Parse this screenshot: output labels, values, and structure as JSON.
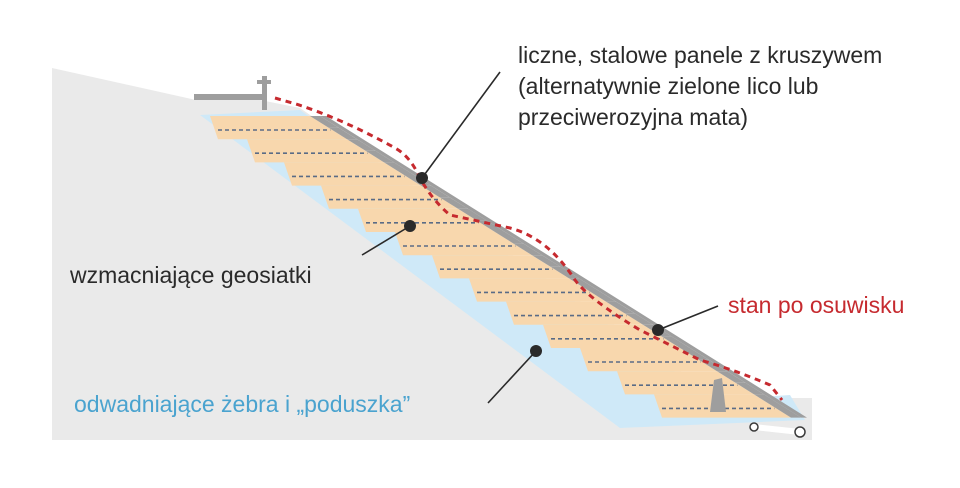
{
  "labels": {
    "panels_line1": "liczne, stalowe panele z kruszywem",
    "panels_line2": "(alternatywnie zielone lico lub",
    "panels_line3": "przeciwerozyjna mata)",
    "geogrids": "wzmacniające geosiatki",
    "landslide_state": "stan po osuwisku",
    "drainage": "odwadniające żebra i „poduszka”"
  },
  "colors": {
    "slope_ground": "#eaeaea",
    "drainage_blue": "#cfe9f8",
    "fill_orange": "#f8d7ad",
    "panel_gray": "#9e9e9e",
    "grid_dash": "#5a6b86",
    "landslide_red": "#c62a2f",
    "text_dark": "#2a2a2a",
    "text_blue": "#4aa3cf"
  }
}
